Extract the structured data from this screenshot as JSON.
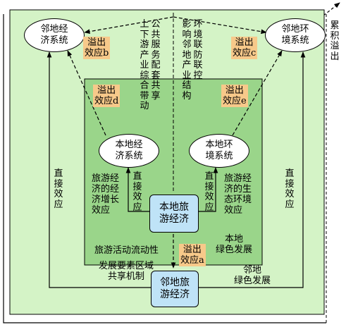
{
  "diagram": {
    "nodes": {
      "neighbor_econ": "邻地经\n济系统",
      "neighbor_env": "邻地环\n境系统",
      "local_econ": "本地经\n济系统",
      "local_env": "本地环\n境系统",
      "local_tourism": "本地旅\n游经济",
      "neighbor_tourism": "邻地旅\n游经济"
    },
    "spillovers": {
      "a": "溢出\n效应a",
      "b": "溢出\n效应b",
      "c": "溢出\n效应c",
      "d": "溢出\n效应d",
      "e": "溢出\n效应e"
    },
    "vertical_texts": {
      "cumulative_spillover": "累积溢出",
      "public_services": "公共服务配套共享",
      "industry_linkage": "上下游产业综合带动",
      "env_linkage": "环境联防联控",
      "industrial_structure": "影响邻地产业结构",
      "direct_left_outer": "直接效应",
      "direct_right_outer": "直接效应",
      "direct_left_inner": "直接效应",
      "direct_right_inner": "直接效应"
    },
    "labels": {
      "econ_growth": "旅游经\n济的经\n济增长\n效应",
      "eco_env": "旅游经\n济的生\n态环境\n效应",
      "local_green": "本地\n绿色发展",
      "neighbor_green": "邻地\n绿色发展",
      "tourism_mobility": "旅游活动流动性",
      "factor_sharing": "发展要素区域\n共享机制"
    },
    "colors": {
      "outer_fill": "#d4f3c6",
      "inner_fill": "#9ad58a",
      "badge_fill": "#f7c98a",
      "tourism_box_fill": "#bfe3f7"
    }
  }
}
